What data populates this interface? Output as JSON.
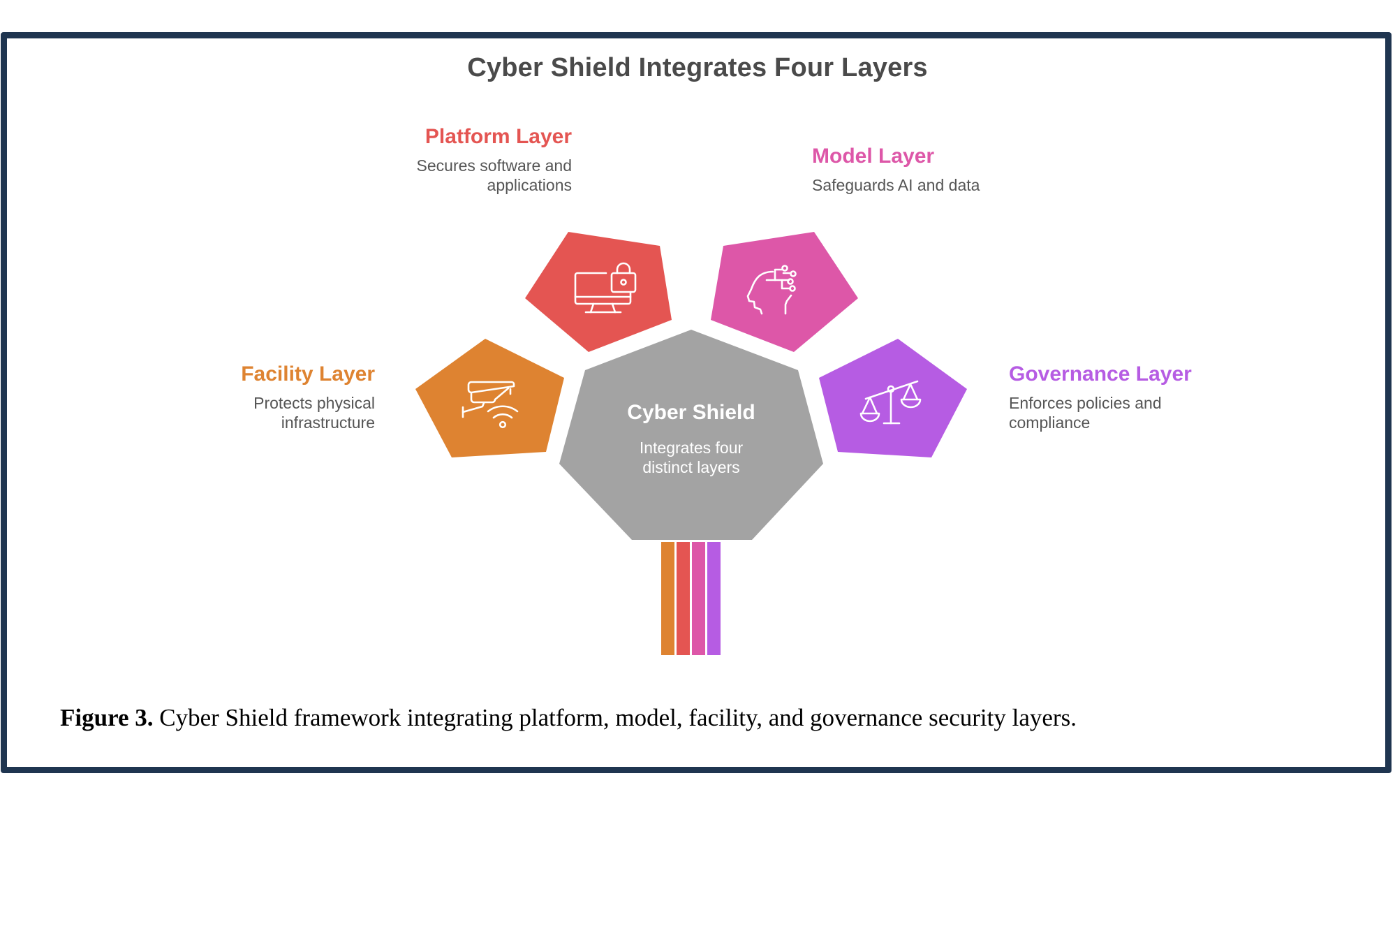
{
  "title": "Cyber Shield Integrates Four Layers",
  "center": {
    "title": "Cyber Shield",
    "description_line1": "Integrates four",
    "description_line2": "distinct layers",
    "color": "#a3a3a3"
  },
  "layers": [
    {
      "id": "platform",
      "title": "Platform Layer",
      "description_line1": "Secures software and",
      "description_line2": "applications",
      "color": "#e45552",
      "icon": "monitor-lock-icon"
    },
    {
      "id": "model",
      "title": "Model Layer",
      "description_line1": "Safeguards AI and data",
      "description_line2": "",
      "color": "#dd57a8",
      "icon": "ai-head-circuit-icon"
    },
    {
      "id": "facility",
      "title": "Facility Layer",
      "description_line1": "Protects physical",
      "description_line2": "infrastructure",
      "color": "#de8331",
      "icon": "security-camera-wifi-icon"
    },
    {
      "id": "governance",
      "title": "Governance Layer",
      "description_line1": "Enforces policies and",
      "description_line2": "compliance",
      "color": "#b65ce3",
      "icon": "balance-scale-icon"
    }
  ],
  "stripe_colors": [
    "#de8331",
    "#e45552",
    "#dd57a8",
    "#b65ce3"
  ],
  "caption": {
    "label": "Figure 3.",
    "text": " Cyber Shield framework integrating platform, model, facility, and governance security layers."
  },
  "frame_color": "#1f3550"
}
